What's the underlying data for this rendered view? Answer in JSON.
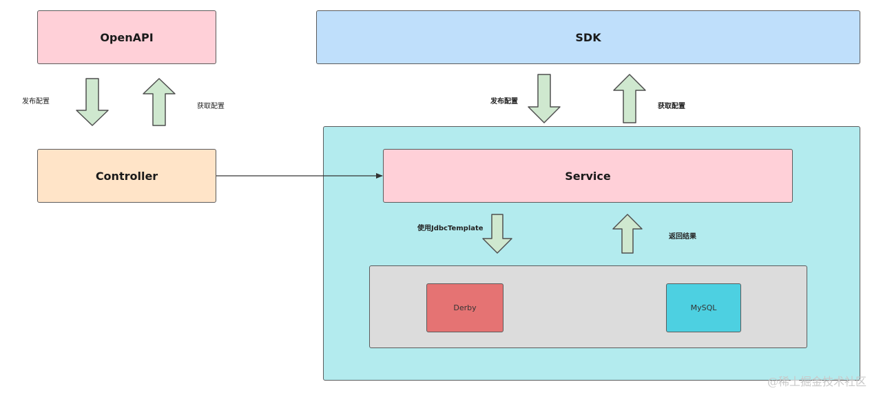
{
  "nodes": {
    "openapi": "OpenAPI",
    "controller": "Controller",
    "sdk": "SDK",
    "service": "Service",
    "derby": "Derby",
    "mysql": "MySQL"
  },
  "labels": {
    "left_publish": "发布配置",
    "left_fetch": "获取配置",
    "right_publish": "发布配置",
    "right_fetch": "获取配置",
    "use_jdbc": "使用JdbcTemplate",
    "return_result": "返回结果"
  },
  "watermark": "@稀土掘金技术社区",
  "colors": {
    "openapi_fill": "#ffd0d8",
    "controller_fill": "#ffe4c8",
    "sdk_fill": "#bfdffb",
    "service_region_fill": "#b3ebee",
    "service_fill": "#ffd0d8",
    "db_region_fill": "#dcdcdc",
    "derby_fill": "#e57373",
    "mysql_fill": "#4dd0e1",
    "arrow_fill": "#cfe8cf",
    "arrow_stroke": "#4f4f4f"
  }
}
